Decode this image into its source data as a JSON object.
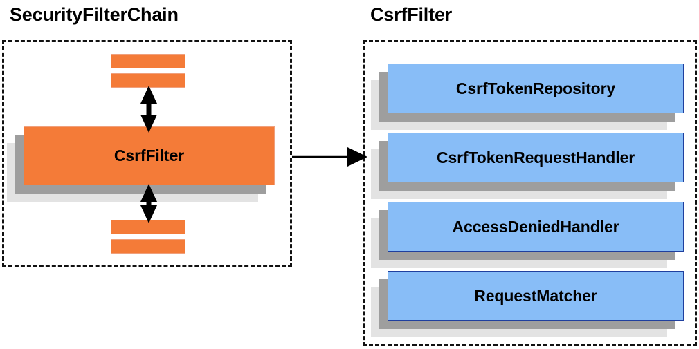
{
  "diagram": {
    "type": "architecture-component-diagram",
    "background_color": "#ffffff",
    "panels": [
      {
        "id": "securityfilterchain",
        "title": "SecurityFilterChain",
        "border_style": "dashed",
        "border_color": "#111111",
        "components": [
          {
            "name": "filter-bar-top-1",
            "label": "",
            "color": "#f47b38"
          },
          {
            "name": "filter-bar-top-2",
            "label": "",
            "color": "#f47b38"
          },
          {
            "name": "csrf-filter",
            "label": "CsrfFilter",
            "color": "#f47b38"
          },
          {
            "name": "filter-bar-bottom-1",
            "label": "",
            "color": "#f47b38"
          },
          {
            "name": "filter-bar-bottom-2",
            "label": "",
            "color": "#f47b38"
          }
        ]
      },
      {
        "id": "csrffilter",
        "title": "CsrfFilter",
        "border_style": "dashed",
        "border_color": "#111111",
        "components": [
          {
            "name": "csrf-token-repository",
            "label": "CsrfTokenRepository",
            "color": "#88bdf7"
          },
          {
            "name": "csrf-token-request-handler",
            "label": "CsrfTokenRequestHandler",
            "color": "#88bdf7"
          },
          {
            "name": "access-denied-handler",
            "label": "AccessDeniedHandler",
            "color": "#88bdf7"
          },
          {
            "name": "request-matcher",
            "label": "RequestMatcher",
            "color": "#88bdf7"
          }
        ]
      }
    ],
    "connectors": [
      {
        "name": "arrow-up-from-csrffilter",
        "style": "double-headed",
        "orientation": "vertical",
        "color": "#000000"
      },
      {
        "name": "arrow-down-from-csrffilter",
        "style": "double-headed",
        "orientation": "vertical",
        "color": "#000000"
      },
      {
        "name": "arrow-chain-to-detail",
        "style": "single-headed",
        "orientation": "horizontal",
        "color": "#000000"
      }
    ],
    "colors": {
      "orange_fill": "#f47b38",
      "orange_border": "#f0a07c",
      "blue_fill": "#88bdf7",
      "blue_border": "#1f3f9e",
      "shadow_mid": "#9e9e9e",
      "shadow_back": "#e3e3e3",
      "text": "#000000"
    }
  },
  "labels": {
    "title_securityfilterchain": "SecurityFilterChain",
    "title_csrffilter": "CsrfFilter",
    "csrf_filter_box": "CsrfFilter",
    "csrf_token_repository": "CsrfTokenRepository",
    "csrf_token_request_handler": "CsrfTokenRequestHandler",
    "access_denied_handler": "AccessDeniedHandler",
    "request_matcher": "RequestMatcher"
  }
}
